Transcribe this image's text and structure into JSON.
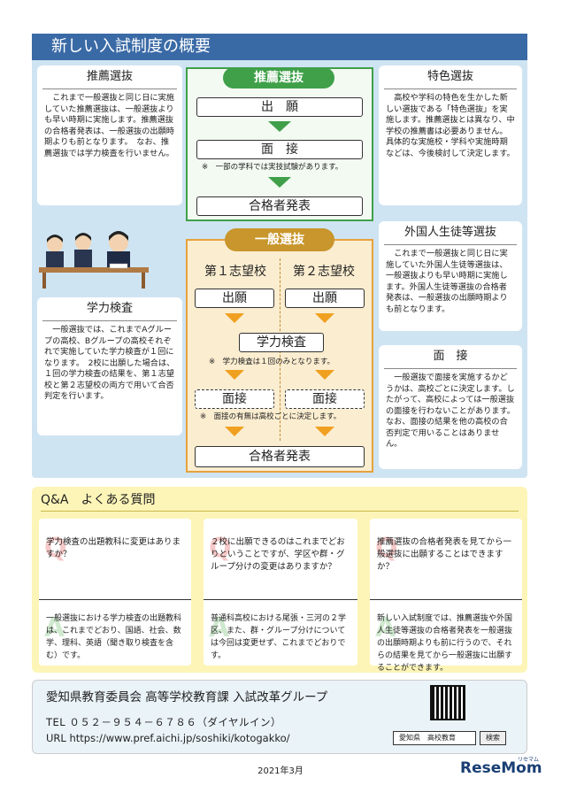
{
  "header": {
    "title": "新しい入試制度の概要"
  },
  "left": {
    "suisen": {
      "title": "推薦選抜",
      "body": "これまで一般選抜と同じ日に実施していた推薦選抜は、一般選抜よりも早い時期に実施します。推薦選抜の合格者発表は、一般選抜の出願時期よりも前となります。　なお、推薦選抜では学力検査を行いません。"
    },
    "gakuryoku": {
      "title": "学力検査",
      "body": "一般選抜では、これまでAグループの高校、Bグループの高校それぞれで実施していた学力検査が１回になります。　2校に出願した場合は、１回の学力検査の結果を、第１志望校と第２志望校の両方で用いて合否判定を行います。"
    }
  },
  "right": {
    "tokushoku": {
      "title": "特色選抜",
      "body": "高校や学科の特色を生かした新しい選抜である「特色選抜」を実施します。推薦選抜とは異なり、中学校の推薦書は必要ありません。　具体的な実施校・学科や実施時期などは、今後検討して決定します。"
    },
    "gaikokujin": {
      "title": "外国人生徒等選抜",
      "body": "これまで一般選抜と同じ日に実施していた外国人生徒等選抜は、一般選抜よりも早い時期に実施します。外国人生徒等選抜の合格者発表は、一般選抜の出願時期よりも前となります。"
    },
    "mensetsu": {
      "title": "面　接",
      "body": "一般選抜で面接を実施するかどうかは、高校ごとに決定します。したがって、高校によっては一般選抜の面接を行わないことがあります。　なお、面接の結果を他の高校の合否判定で用いることはありません。"
    }
  },
  "flow_suisen": {
    "head": "推薦選抜",
    "step1": "出　願",
    "step2": "面　接",
    "note": "※　一部の学科では実技試験があります。",
    "step3": "合格者発表"
  },
  "flow_ippan": {
    "head": "一般選抜",
    "col1": "第１志望校",
    "col2": "第２志望校",
    "apply1": "出願",
    "apply2": "出願",
    "test": "学力検査",
    "test_note": "※　学力検査は１回のみとなります。",
    "int1": "面接",
    "int2": "面接",
    "int_note": "※　面接の有無は高校ごとに決定します。",
    "result": "合格者発表"
  },
  "qa": {
    "title": "Q&A　よくある質問",
    "items": [
      {
        "q": "学力検査の出題教科に変更はありますか？",
        "a": "一般選抜における学力検査の出題教科は、これまでどおり、国語、社会、数学、理科、英語（聞き取り検査を含む）です。"
      },
      {
        "q": "２校に出願できるのはこれまでどおりということですが、学区や群・グループ分けの変更はありますか？",
        "a": "普通科高校における尾張・三河の２学区、また、群・グループ分けについては今回は変更せず、これまでどおりです。"
      },
      {
        "q": "推薦選抜の合格者発表を見てから一般選抜に出願することはできますか？",
        "a": "新しい入試制度では、推薦選抜や外国人生徒等選抜の合格者発表を一般選抜の出願時期よりも前に行うので、それらの結果を見てから一般選抜に出願することができます。"
      }
    ]
  },
  "footer": {
    "org": "愛知県教育委員会 高等学校教育課 入試改革グループ",
    "tel": "TEL ０５２－９５４－６７８６（ダイヤルイン）",
    "url": "URL https://www.pref.aichi.jp/soshiki/kotogakko/",
    "search_text": "愛知県　高校教育",
    "search_button": "検索"
  },
  "date": "2021年3月",
  "logo": "ReseMom",
  "logo_sub": "リセマム"
}
